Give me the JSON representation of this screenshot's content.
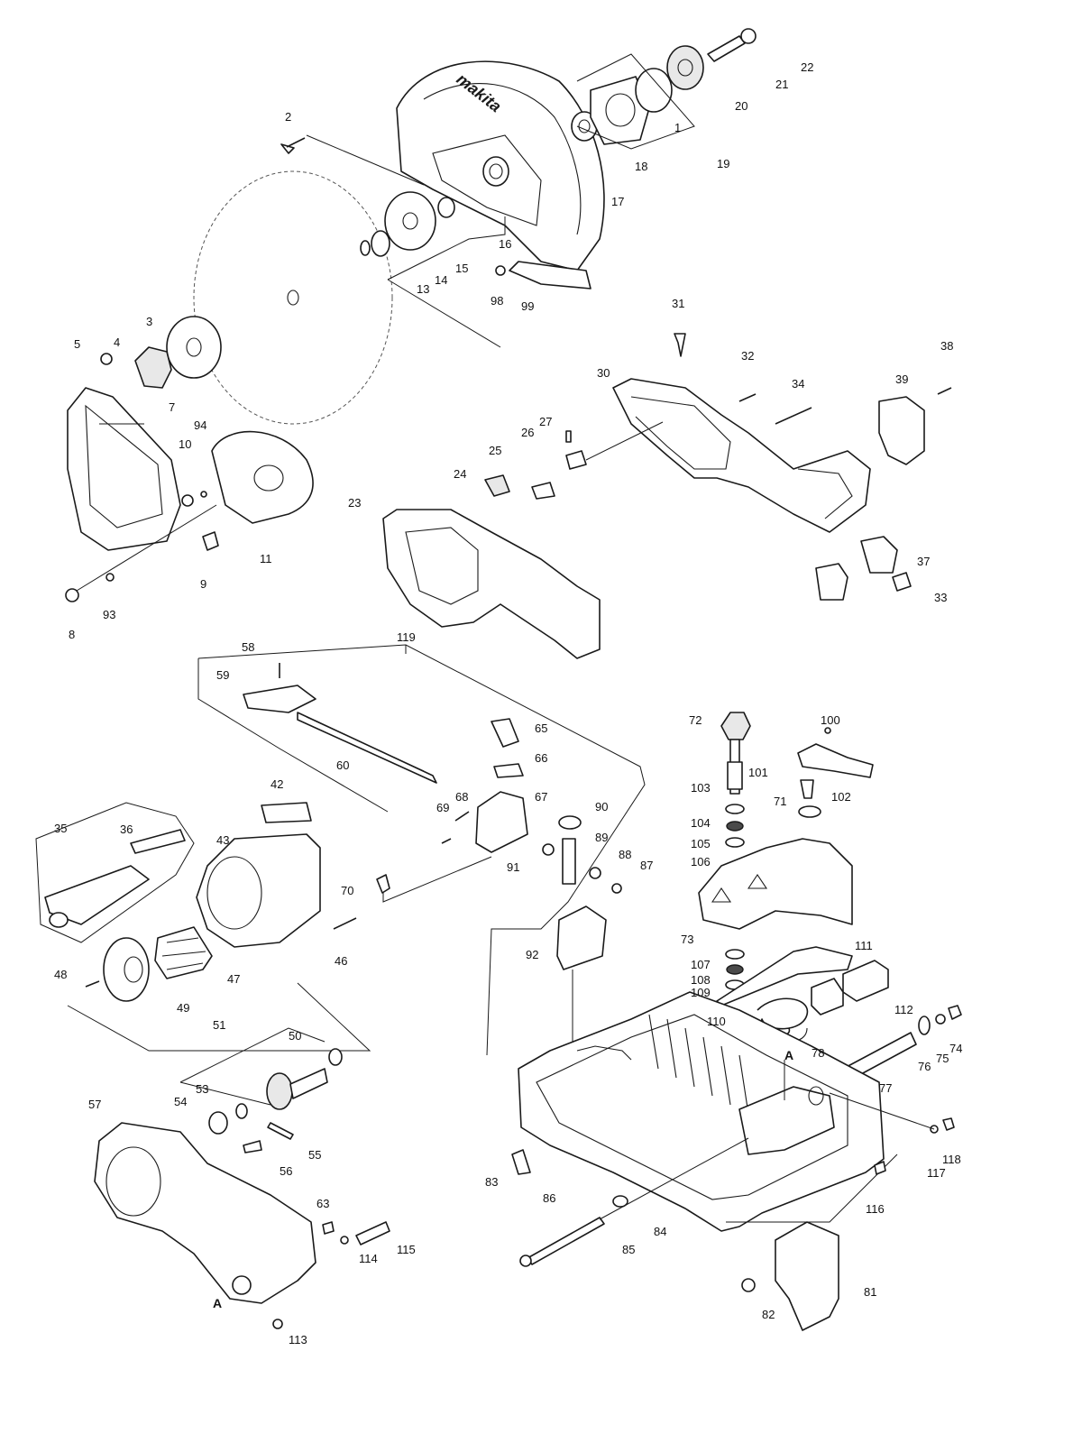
{
  "brand_text": "makita",
  "ref_letter": "A",
  "part_numbers": [
    "1",
    "2",
    "3",
    "4",
    "5",
    "7",
    "8",
    "9",
    "10",
    "11",
    "13",
    "14",
    "15",
    "16",
    "17",
    "18",
    "19",
    "20",
    "21",
    "22",
    "23",
    "24",
    "25",
    "26",
    "27",
    "30",
    "31",
    "32",
    "33",
    "34",
    "35",
    "36",
    "37",
    "38",
    "39",
    "42",
    "43",
    "46",
    "47",
    "48",
    "49",
    "50",
    "51",
    "53",
    "54",
    "55",
    "56",
    "57",
    "58",
    "59",
    "60",
    "63",
    "65",
    "66",
    "67",
    "68",
    "69",
    "70",
    "71",
    "72",
    "73",
    "74",
    "75",
    "76",
    "77",
    "78",
    "81",
    "82",
    "83",
    "84",
    "85",
    "86",
    "87",
    "88",
    "89",
    "90",
    "91",
    "92",
    "93",
    "94",
    "98",
    "99",
    "100",
    "101",
    "102",
    "103",
    "104",
    "105",
    "106",
    "107",
    "108",
    "109",
    "110",
    "111",
    "112",
    "113",
    "114",
    "115",
    "116",
    "117",
    "118",
    "119"
  ]
}
